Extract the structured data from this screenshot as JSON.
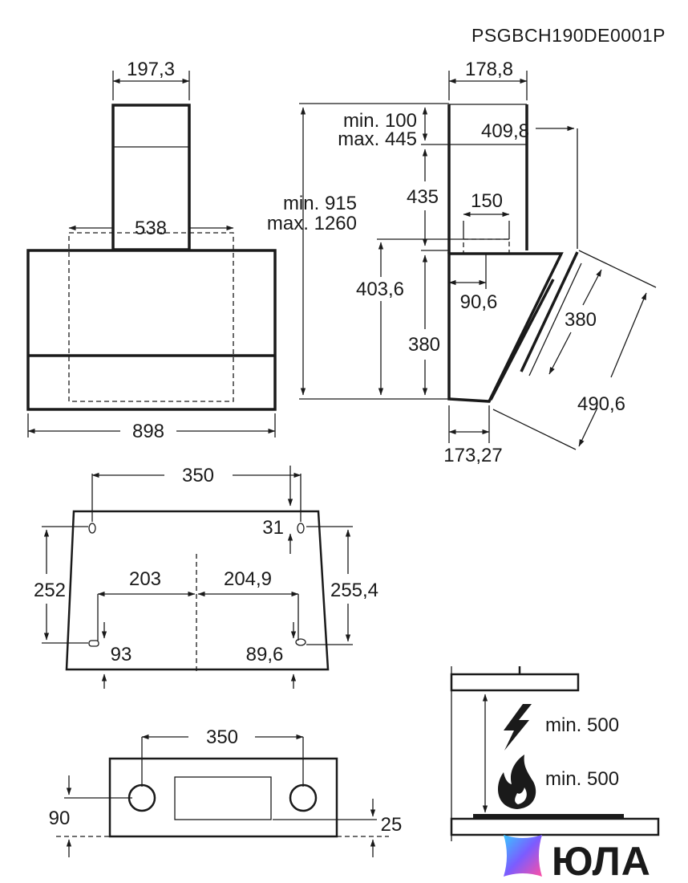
{
  "model_code": "PSGBCH190DE0001P",
  "front_view": {
    "chimney_width": "197,3",
    "inner_width": "538",
    "total_width": "898"
  },
  "side_view": {
    "chimney_depth": "178,8",
    "height_range_min": "min. 915",
    "height_range_max": "max. 1260",
    "chimney_adjust_min": "min. 100",
    "chimney_adjust_max": "max. 445",
    "depth_total": "409,8",
    "chimney_lower": "435",
    "outlet_width": "150",
    "body_height": "403,6",
    "outlet_offset": "90,6",
    "panel_height": "380",
    "panel_length": "380",
    "panel_diagonal": "490,6",
    "base_depth": "173,27"
  },
  "wall_mount": {
    "top_hole_spacing": "350",
    "top_hole_offset": "31",
    "left_height": "252",
    "right_height": "255,4",
    "left_half": "203",
    "right_half": "204,9",
    "left_bottom_offset": "93",
    "right_bottom_offset": "89,6"
  },
  "bottom_view": {
    "hole_spacing": "350",
    "left_offset": "90",
    "right_offset": "25"
  },
  "clearance": {
    "electric_label": "min. 500",
    "gas_label": "min. 500",
    "electric_icon": "lightning-icon",
    "gas_icon": "flame-icon"
  },
  "logo": {
    "text": "ЮЛА",
    "colors": [
      "#7b5cff",
      "#ff4fa3",
      "#39c5ff"
    ]
  }
}
